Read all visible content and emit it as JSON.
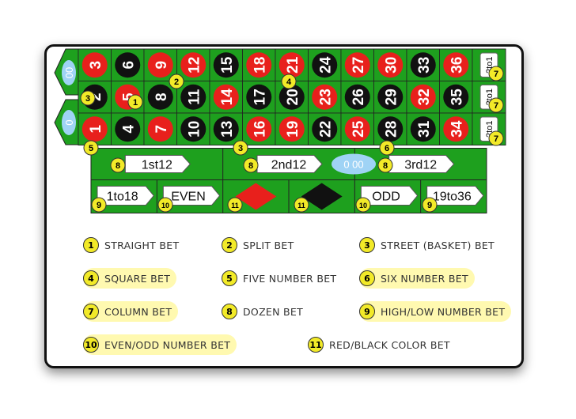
{
  "table": {
    "zero_labels": [
      "00",
      "0"
    ],
    "rows": [
      [
        "3",
        "6",
        "9",
        "12",
        "15",
        "18",
        "21",
        "24",
        "27",
        "30",
        "33",
        "36"
      ],
      [
        "2",
        "5",
        "8",
        "11",
        "14",
        "17",
        "20",
        "23",
        "26",
        "29",
        "32",
        "35"
      ],
      [
        "1",
        "4",
        "7",
        "10",
        "13",
        "16",
        "19",
        "22",
        "25",
        "28",
        "31",
        "34"
      ]
    ],
    "red_numbers": [
      "1",
      "3",
      "5",
      "7",
      "9",
      "12",
      "14",
      "16",
      "18",
      "19",
      "21",
      "23",
      "25",
      "27",
      "30",
      "32",
      "34",
      "36"
    ],
    "column_label": "2to1",
    "dozens": [
      "1st12",
      "2nd12",
      "3rd12"
    ],
    "dozen_chip": "0 00",
    "outside": [
      "1to18",
      "EVEN",
      "",
      "",
      "ODD",
      "19to36"
    ],
    "colors": {
      "felt": "#1ea01e",
      "red": "#e8201c",
      "black": "#111111",
      "marker": "#f2ea28",
      "chip": "#9fd3f5"
    }
  },
  "markers": [
    "1",
    "2",
    "3",
    "4",
    "5",
    "6",
    "7",
    "8",
    "9",
    "10",
    "11"
  ],
  "legend": [
    {
      "num": "1",
      "text": "STRAIGHT BET",
      "highlight": false
    },
    {
      "num": "2",
      "text": "SPLIT BET",
      "highlight": false
    },
    {
      "num": "3",
      "text": "STREET (BASKET) BET",
      "highlight": false
    },
    {
      "num": "4",
      "text": "SQUARE BET",
      "highlight": true
    },
    {
      "num": "5",
      "text": "FIVE NUMBER BET",
      "highlight": false
    },
    {
      "num": "6",
      "text": "SIX NUMBER BET",
      "highlight": true
    },
    {
      "num": "7",
      "text": "COLUMN BET",
      "highlight": true
    },
    {
      "num": "8",
      "text": "DOZEN BET",
      "highlight": false
    },
    {
      "num": "9",
      "text": "HIGH/LOW NUMBER BET",
      "highlight": true
    },
    {
      "num": "10",
      "text": "EVEN/ODD NUMBER BET",
      "highlight": true
    },
    {
      "num": "11",
      "text": "RED/BLACK COLOR BET",
      "highlight": false
    }
  ]
}
